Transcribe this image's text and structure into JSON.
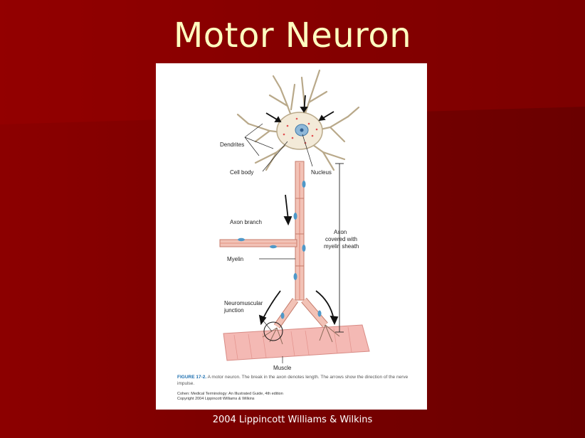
{
  "title": "Motor Neuron",
  "footer": "2004 Lippincott Williams & Wilkins",
  "labels": {
    "dendrites": "Dendrites",
    "cell_body": "Cell body",
    "nucleus": "Nucleus",
    "axon_branch": "Axon branch",
    "myelin": "Myelin",
    "neuromuscular_junction_1": "Neuromuscular",
    "neuromuscular_junction_2": "junction",
    "axon_1": "Axon",
    "axon_2": "covered with",
    "axon_3": "myelin sheath",
    "muscle": "Muscle"
  },
  "caption": {
    "figure": "FIGURE 17-2.",
    "text": "A motor neuron. The break in the axon denotes length. The arrows show the direction of the nerve impulse."
  },
  "citation": {
    "line1": "Cohen: Medical Terminology: An Illustrated Guide, 4th edition",
    "line2": "Copyright 2004 Lippincott Williams & Wilkins"
  }
}
